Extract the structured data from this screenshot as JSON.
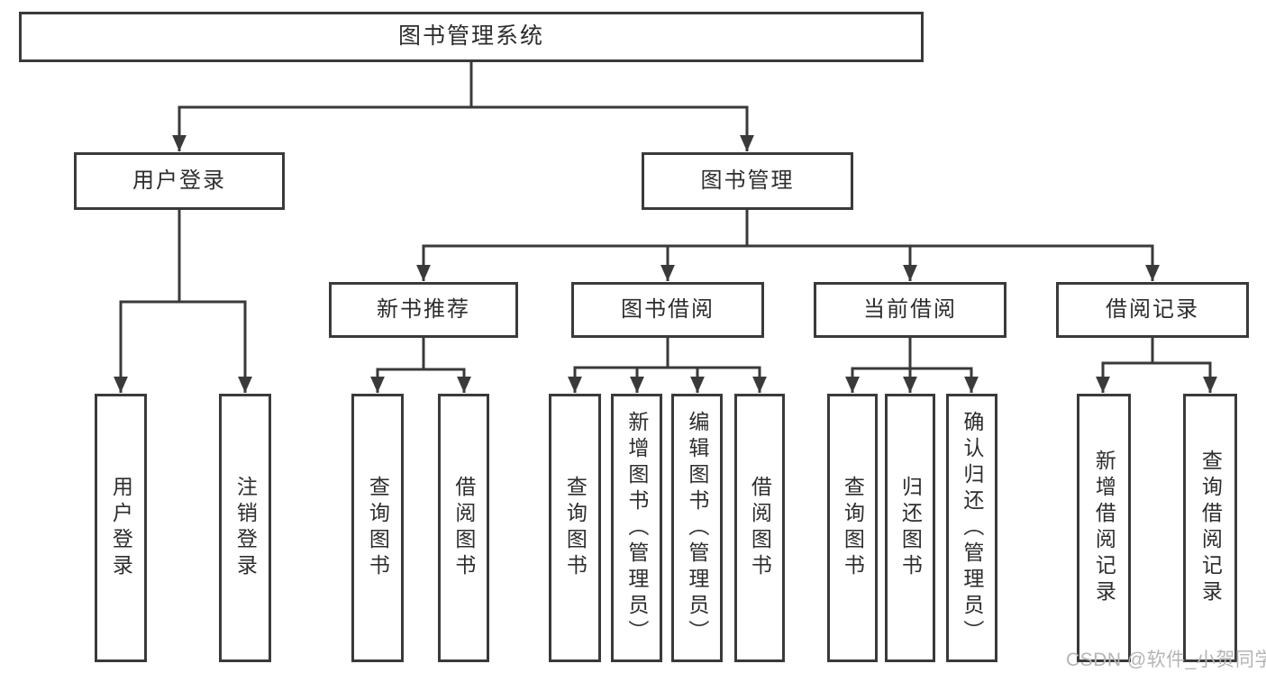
{
  "colors": {
    "line": "#3a3a3a",
    "text": "#2d2d2d",
    "background": "#ffffff",
    "watermark": "#b5b5b5"
  },
  "watermark": "CSDN @软件_小贺同学",
  "tree": {
    "root": {
      "id": "library-management-system",
      "label": "图书管理系统"
    },
    "level2": [
      {
        "id": "user-login",
        "label": "用户登录",
        "parent": "library-management-system"
      },
      {
        "id": "book-management",
        "label": "图书管理",
        "parent": "library-management-system"
      }
    ],
    "level3": [
      {
        "id": "new-book-recommend",
        "label": "新书推荐",
        "parent": "book-management"
      },
      {
        "id": "book-borrowing",
        "label": "图书借阅",
        "parent": "book-management"
      },
      {
        "id": "current-borrowing",
        "label": "当前借阅",
        "parent": "book-management"
      },
      {
        "id": "borrowing-records",
        "label": "借阅记录",
        "parent": "book-management"
      }
    ],
    "leaves": [
      {
        "id": "leaf-user-login",
        "label": "用户登录",
        "parent": "user-login"
      },
      {
        "id": "leaf-logout",
        "label": "注销登录",
        "parent": "user-login"
      },
      {
        "id": "leaf-query-books-recommend",
        "label": "查询图书",
        "parent": "new-book-recommend"
      },
      {
        "id": "leaf-borrow-books-recommend",
        "label": "借阅图书",
        "parent": "new-book-recommend"
      },
      {
        "id": "leaf-query-books-borrow",
        "label": "查询图书",
        "parent": "book-borrowing"
      },
      {
        "id": "leaf-add-books-admin",
        "label": "新增图书（管理员）",
        "parent": "book-borrowing"
      },
      {
        "id": "leaf-edit-books-admin",
        "label": "编辑图书（管理员）",
        "parent": "book-borrowing"
      },
      {
        "id": "leaf-borrow-books",
        "label": "借阅图书",
        "parent": "book-borrowing"
      },
      {
        "id": "leaf-query-books-current",
        "label": "查询图书",
        "parent": "current-borrowing"
      },
      {
        "id": "leaf-return-books",
        "label": "归还图书",
        "parent": "current-borrowing"
      },
      {
        "id": "leaf-confirm-return-admin",
        "label": "确认归还（管理员）",
        "parent": "current-borrowing"
      },
      {
        "id": "leaf-add-borrow-record",
        "label": "新增借阅记录",
        "parent": "borrowing-records"
      },
      {
        "id": "leaf-query-borrow-record",
        "label": "查询借阅记录",
        "parent": "borrowing-records"
      }
    ]
  }
}
